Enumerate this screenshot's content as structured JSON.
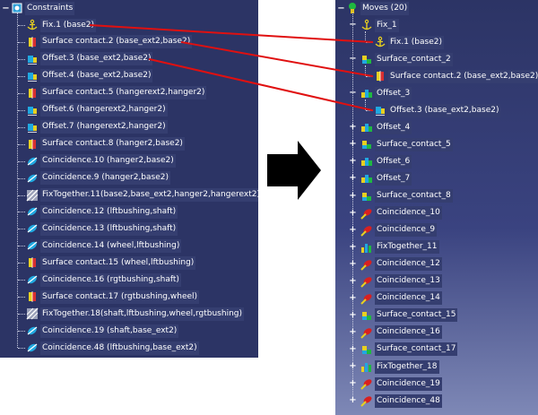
{
  "left": {
    "root": "Constraints",
    "items": [
      {
        "label": "Fix.1 (base2)",
        "icon": "anchor-icon"
      },
      {
        "label": "Surface contact.2 (base_ext2,base2)",
        "icon": "surface-contact-icon"
      },
      {
        "label": "Offset.3 (base_ext2,base2)",
        "icon": "offset-icon"
      },
      {
        "label": "Offset.4 (base_ext2,base2)",
        "icon": "offset-icon"
      },
      {
        "label": "Surface contact.5 (hangerext2,hanger2)",
        "icon": "surface-contact-icon"
      },
      {
        "label": "Offset.6 (hangerext2,hanger2)",
        "icon": "offset-icon"
      },
      {
        "label": "Offset.7 (hangerext2,hanger2)",
        "icon": "offset-icon"
      },
      {
        "label": "Surface contact.8 (hanger2,base2)",
        "icon": "surface-contact-icon"
      },
      {
        "label": "Coincidence.10 (hanger2,base2)",
        "icon": "coincidence-icon"
      },
      {
        "label": "Coincidence.9 (hanger2,base2)",
        "icon": "coincidence-icon"
      },
      {
        "label": "FixTogether.11(base2,base_ext2,hanger2,hangerext2)",
        "icon": "fix-together-icon"
      },
      {
        "label": "Coincidence.12 (lftbushing,shaft)",
        "icon": "coincidence-icon"
      },
      {
        "label": "Coincidence.13 (lftbushing,shaft)",
        "icon": "coincidence-icon"
      },
      {
        "label": "Coincidence.14 (wheel,lftbushing)",
        "icon": "coincidence-icon"
      },
      {
        "label": "Surface contact.15 (wheel,lftbushing)",
        "icon": "surface-contact-icon"
      },
      {
        "label": "Coincidence.16 (rgtbushing,shaft)",
        "icon": "coincidence-icon"
      },
      {
        "label": "Surface contact.17 (rgtbushing,wheel)",
        "icon": "surface-contact-icon"
      },
      {
        "label": "FixTogether.18(shaft,lftbushing,wheel,rgtbushing)",
        "icon": "fix-together-icon"
      },
      {
        "label": "Coincidence.19 (shaft,base_ext2)",
        "icon": "coincidence-icon"
      },
      {
        "label": "Coincidence.48 (lftbushing,base_ext2)",
        "icon": "coincidence-icon"
      }
    ]
  },
  "right": {
    "root": "Moves (20)",
    "groups": [
      {
        "label": "Fix_1",
        "icon": "anchor-icon",
        "expanded": true,
        "child": "Fix.1 (base2)",
        "child_icon": "anchor-icon"
      },
      {
        "label": "Surface_contact_2",
        "icon": "surface-contact-icon",
        "expanded": true,
        "child": "Surface contact.2 (base_ext2,base2)",
        "child_icon": "surface-contact-icon"
      },
      {
        "label": "Offset_3",
        "icon": "offset-icon",
        "expanded": true,
        "child": "Offset.3 (base_ext2,base2)",
        "child_icon": "offset-icon"
      },
      {
        "label": "Offset_4",
        "icon": "offset-icon"
      },
      {
        "label": "Surface_contact_5",
        "icon": "surface-contact-icon"
      },
      {
        "label": "Offset_6",
        "icon": "offset-icon"
      },
      {
        "label": "Offset_7",
        "icon": "offset-icon"
      },
      {
        "label": "Surface_contact_8",
        "icon": "surface-contact-icon"
      },
      {
        "label": "Coincidence_10",
        "icon": "coincidence-icon"
      },
      {
        "label": "Coincidence_9",
        "icon": "coincidence-icon"
      },
      {
        "label": "FixTogether_11",
        "icon": "fix-together-icon"
      },
      {
        "label": "Coincidence_12",
        "icon": "coincidence-icon"
      },
      {
        "label": "Coincidence_13",
        "icon": "coincidence-icon"
      },
      {
        "label": "Coincidence_14",
        "icon": "coincidence-icon"
      },
      {
        "label": "Surface_contact_15",
        "icon": "surface-contact-icon"
      },
      {
        "label": "Coincidence_16",
        "icon": "coincidence-icon"
      },
      {
        "label": "Surface_contact_17",
        "icon": "surface-contact-icon"
      },
      {
        "label": "FixTogether_18",
        "icon": "fix-together-icon"
      },
      {
        "label": "Coincidence_19",
        "icon": "coincidence-icon"
      },
      {
        "label": "Coincidence_48",
        "icon": "coincidence-icon"
      }
    ]
  },
  "colors": {
    "panel_bg": "#2c3465",
    "label_bg": "#353e70",
    "link_line": "#e01010",
    "transfer_arrow": "#000000"
  },
  "links": [
    {
      "from": 0,
      "to": 0
    },
    {
      "from": 1,
      "to": 1
    },
    {
      "from": 2,
      "to": 2
    }
  ]
}
